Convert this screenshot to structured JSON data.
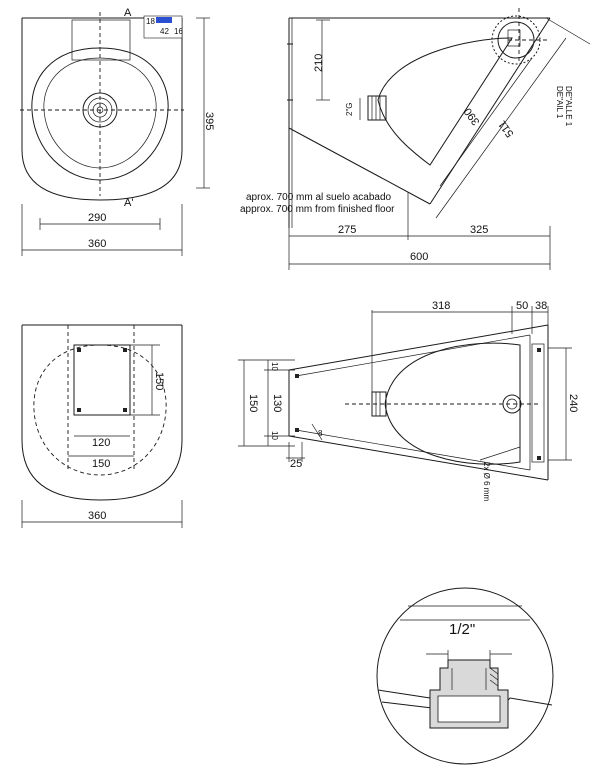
{
  "views": {
    "top_view": {
      "section_marks": [
        "A",
        "A'"
      ],
      "label_box": [
        "18",
        "42",
        "16"
      ],
      "dim_width_outer": "360",
      "dim_width_inner": "290",
      "dim_depth": "395"
    },
    "side_view": {
      "dim_height": "210",
      "dim_thread": "2\"G",
      "dim_bowl": "390",
      "dim_diagonal": "511",
      "detail_ref": [
        "DE\"ALLE 1",
        "DE\"AIL 1"
      ],
      "note_es": "aprox. 700 mm al suelo acabado",
      "note_en": "approx. 700 mm from finished floor",
      "dim_left": "275",
      "dim_right": "325",
      "dim_total": "600"
    },
    "back_view": {
      "dim_plate_height": "150",
      "dim_plate_inner": "120",
      "dim_plate_outer": "150",
      "dim_width": "360"
    },
    "plan_view": {
      "dim_top_318": "318",
      "dim_top_50": "50",
      "dim_top_38": "38",
      "dim_left_10a": "10",
      "dim_left_130": "130",
      "dim_left_10b": "10",
      "dim_left_150": "150",
      "dim_8": "8",
      "dim_25": "25",
      "dim_240": "240",
      "bolt_note": "2x Ø 6 mm"
    },
    "detail": {
      "thread_label": "1/2\""
    }
  }
}
